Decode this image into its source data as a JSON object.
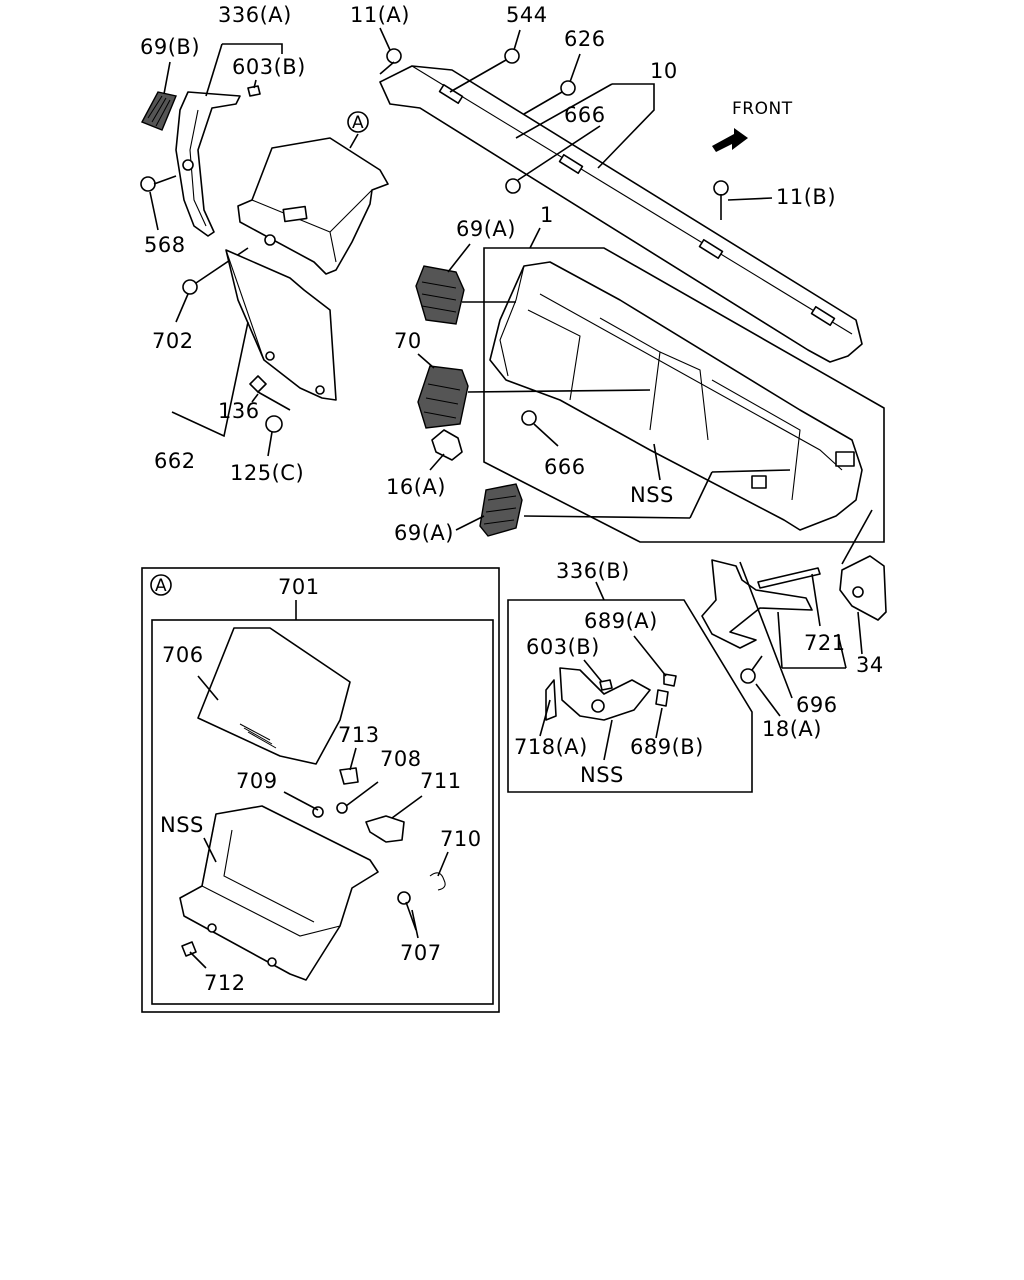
{
  "labels": {
    "p336a": "336(A)",
    "p69b": "69(B)",
    "p603b_top": "603(B)",
    "p11a": "11(A)",
    "p544": "544",
    "p626": "626",
    "p10": "10",
    "p666_top": "666",
    "front": "FRONT",
    "p11b": "11(B)",
    "pA_top": "A",
    "p568": "568",
    "p702": "702",
    "p69a_top": "69(A)",
    "p1": "1",
    "p70": "70",
    "p136": "136",
    "p662": "662",
    "p125c": "125(C)",
    "p666_mid": "666",
    "p16a": "16(A)",
    "nss_mid": "NSS",
    "p69a_bot": "69(A)",
    "pA_box": "A",
    "p701": "701",
    "p706": "706",
    "p713": "713",
    "p708": "708",
    "p709": "709",
    "p711": "711",
    "nss_box": "NSS",
    "p710": "710",
    "p707": "707",
    "p712": "712",
    "p336b": "336(B)",
    "p689a": "689(A)",
    "p603b_right": "603(B)",
    "p718a": "718(A)",
    "p689b": "689(B)",
    "nss_right": "NSS",
    "p721": "721",
    "p34": "34",
    "p696": "696",
    "p18a": "18(A)"
  },
  "colors": {
    "ink": "#000000",
    "background": "#ffffff"
  }
}
